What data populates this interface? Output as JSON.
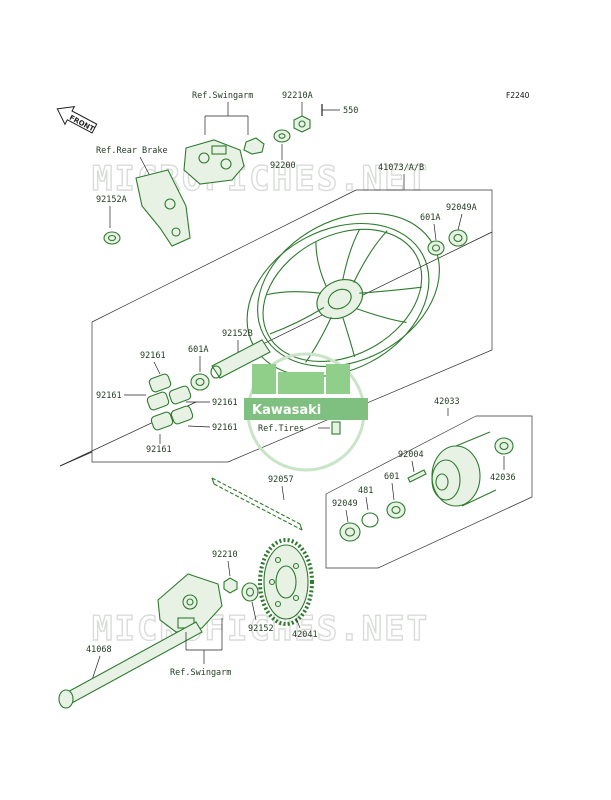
{
  "diagram_code": "F2240",
  "front_label": "FRONT",
  "watermark_top": "MICROFICHES.NET",
  "watermark_bottom": "MICROFICHES.NET",
  "brand": "Kawasaki",
  "colors": {
    "line": "#2f7a2f",
    "fill": "#e7f2e5",
    "watermark": "#d9dcd9",
    "badge": "#7fbf7f"
  },
  "labels": {
    "ref_swingarm_top": "Ref.Swingarm",
    "ref_rear_brake": "Ref.Rear Brake",
    "p_92210A": "92210A",
    "p_550": "550",
    "p_92200": "92200",
    "p_41073": "41073/A/B",
    "p_92049A": "92049A",
    "p_601A_r": "601A",
    "p_92152A": "92152A",
    "p_92152B": "92152B",
    "p_601A_l": "601A",
    "p_92161_a": "92161",
    "p_92161_b": "92161",
    "p_92161_c": "92161",
    "p_92161_d": "92161",
    "p_92161_e": "92161",
    "ref_tires": "Ref.Tires",
    "p_42033": "42033",
    "p_92004": "92004",
    "p_601": "601",
    "p_481": "481",
    "p_92049": "92049",
    "p_42036": "42036",
    "p_92057": "92057",
    "p_92210": "92210",
    "p_92152": "92152",
    "p_42041": "42041",
    "p_41068": "41068",
    "ref_swingarm_bottom": "Ref.Swingarm"
  }
}
